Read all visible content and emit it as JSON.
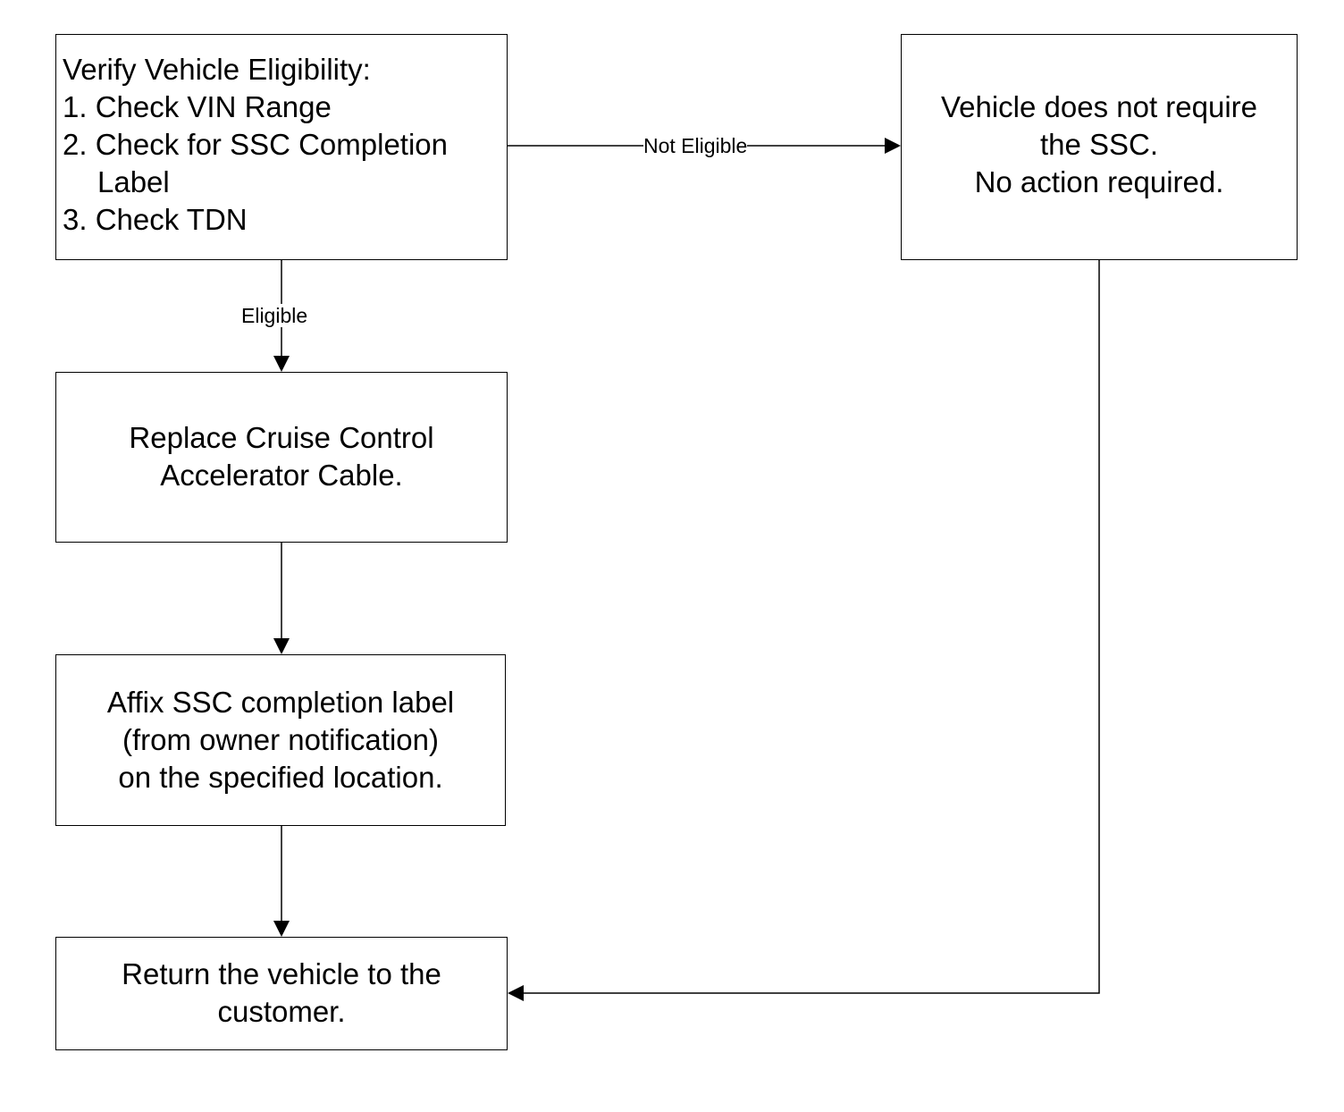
{
  "nodes": {
    "verify": {
      "line1": "Verify Vehicle Eligibility:",
      "line2": "1. Check VIN Range",
      "line3": "2. Check for SSC Completion",
      "line4": "Label",
      "line5": "3. Check TDN"
    },
    "no_action": {
      "line1": "Vehicle does not require",
      "line2": "the SSC.",
      "line3": "No action required."
    },
    "replace": {
      "line1": "Replace Cruise Control",
      "line2": "Accelerator Cable."
    },
    "affix": {
      "line1": "Affix SSC completion label",
      "line2": "(from owner notification)",
      "line3": "on the specified location."
    },
    "return": {
      "line1": "Return the vehicle to the",
      "line2": "customer."
    }
  },
  "edges": {
    "not_eligible": "Not Eligible",
    "eligible": "Eligible"
  }
}
